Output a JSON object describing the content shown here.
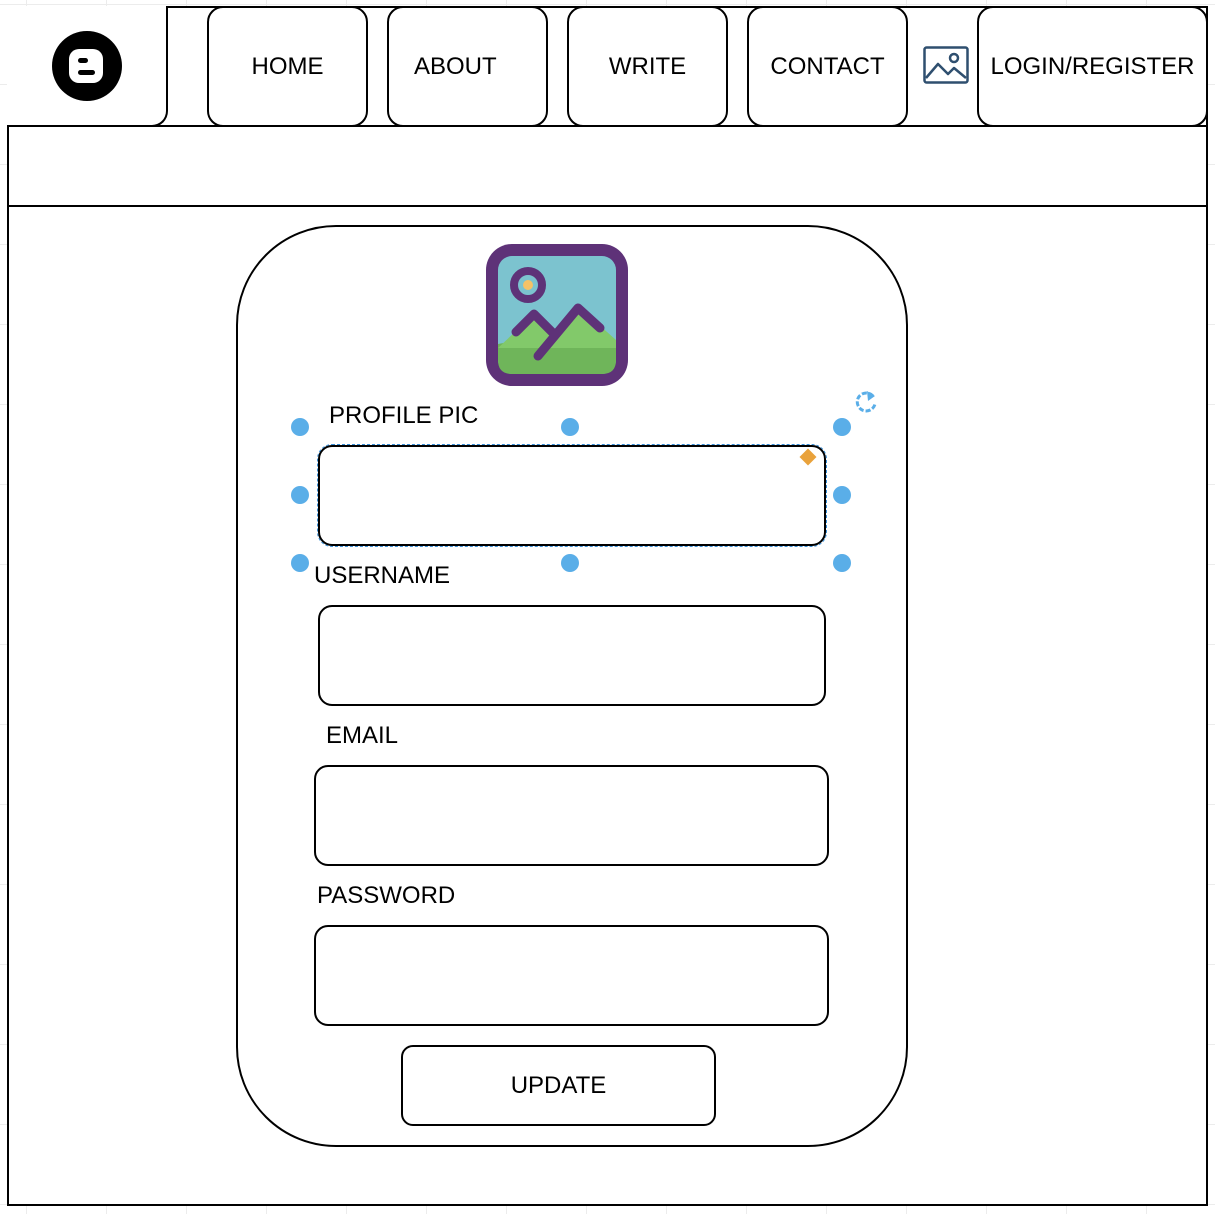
{
  "nav": {
    "logo_icon": "blogger-logo-icon",
    "items": [
      {
        "label": "HOME"
      },
      {
        "label": "ABOUT"
      },
      {
        "label": "WRITE"
      },
      {
        "label": "CONTACT"
      }
    ],
    "profile_image_icon": "image-icon",
    "login_label": "LOGIN/REGISTER"
  },
  "form": {
    "avatar_icon": "image-placeholder-icon",
    "profile_pic_label": "PROFILE PIC",
    "username_label": "USERNAME",
    "email_label": "EMAIL",
    "password_label": "PASSWORD",
    "update_label": "UPDATE"
  },
  "selection": {
    "handle_color": "#5aaee8",
    "diamond_color": "#e9a23b",
    "rotate_icon": "rotate-icon"
  }
}
